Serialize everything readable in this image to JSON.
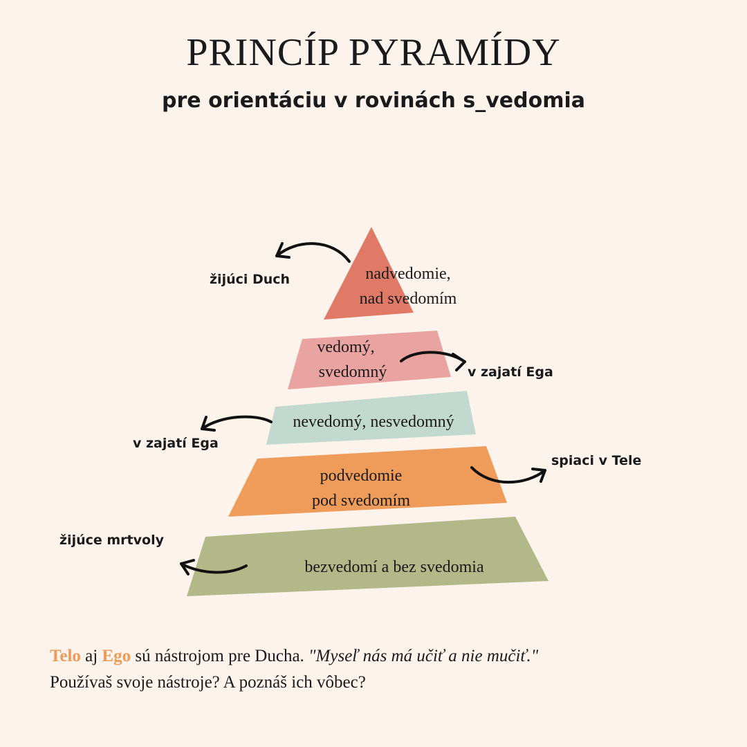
{
  "title": "PRINCÍP PYRAMÍDY",
  "subtitle": "pre orientáciu v  rovinách s_vedomia",
  "colors": {
    "background": "#fcf4ec",
    "level1": "#e07a66",
    "level2": "#e9a3a0",
    "level3": "#c2d9cf",
    "level4": "#ef9c5b",
    "level5": "#b2b887",
    "accent": "#ee9a5a"
  },
  "levels": [
    {
      "line1": "nadvedomie,",
      "line2": "nad svedomím"
    },
    {
      "line1": "vedomý,",
      "line2": "svedomný"
    },
    {
      "line1": "nevedomý, nesvedomný"
    },
    {
      "line1": "podvedomie",
      "line2": "pod svedomím"
    },
    {
      "line1": "bezvedomí a bez svedomia"
    }
  ],
  "side_labels": [
    "žijúci Duch",
    "v zajatí Ega",
    "v zajatí Ega",
    "spiaci v Tele",
    "žijúce mrtvoly"
  ],
  "footer": {
    "w1": "Telo",
    "w2": " aj ",
    "w3": "Ego",
    "w4": " sú nástrojom pre Ducha. ",
    "quote": "\"Myseľ nás má učiť a nie mučiť.\"",
    "line2": "Používaš svoje nástroje? A poznáš ich vôbec?"
  }
}
